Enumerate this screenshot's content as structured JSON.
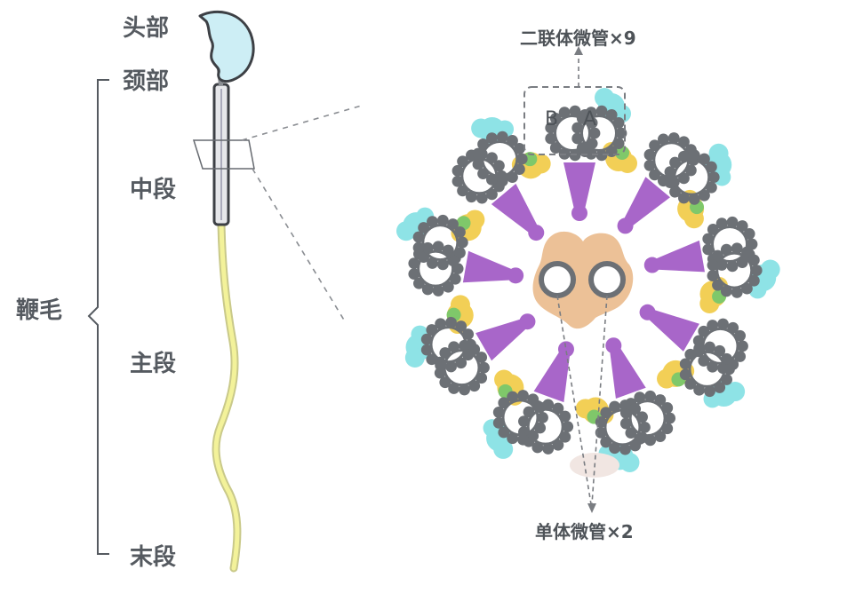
{
  "labels": {
    "head": "头部",
    "neck": "颈部",
    "midpiece": "中段",
    "flagellum": "鞭毛",
    "principal": "主段",
    "endpiece": "末段",
    "doublet": "二联体微管×9",
    "singlet": "单体微管×2",
    "tubule_b": "B",
    "tubule_a": "A"
  },
  "colors": {
    "head_fill": "#cdeef5",
    "tail_fill": "#f3f29a",
    "microtubule": "#6c7075",
    "dynein_outer": "#8ee3e6",
    "dynein_inner": "#f2cf56",
    "nexin": "#7fc86a",
    "radial_spoke": "#a866c9",
    "central_sheath": "#ecc197",
    "label_text": "#555a60"
  },
  "doublet_count": 9,
  "singlet_count": 2
}
